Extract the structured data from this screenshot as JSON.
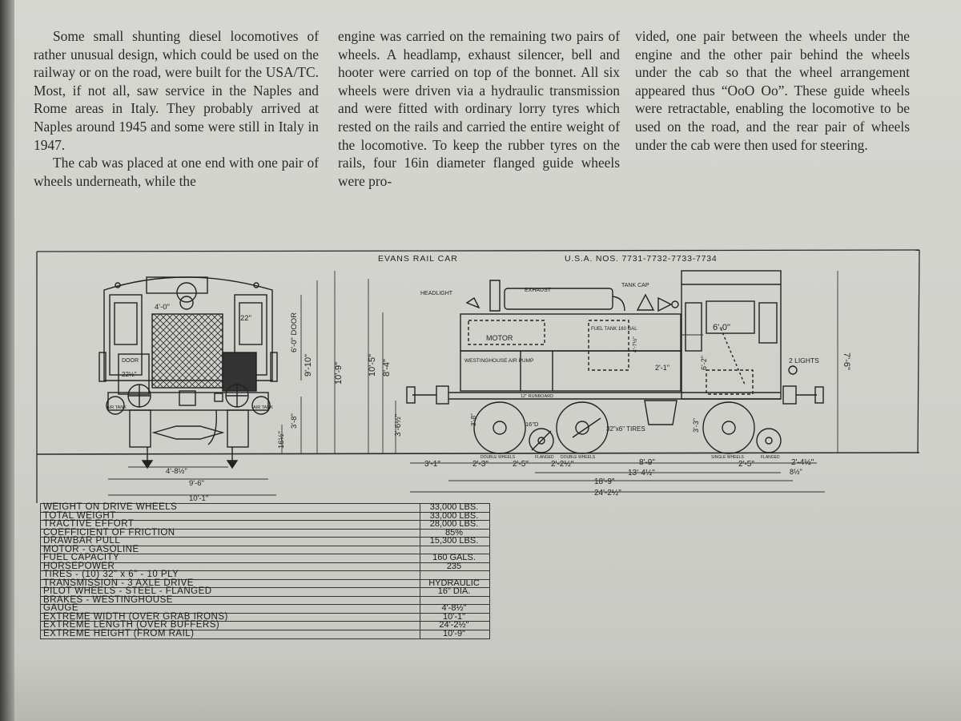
{
  "article": {
    "col1_p1": "Some small shunting diesel locomotives of rather unusual design, which could be used on the railway or on the road, were built for the USA/TC. Most, if not all, saw service in the Naples and Rome areas in Italy. They probably arrived at Naples around 1945 and some were still in Italy in 1947.",
    "col1_p2": "The cab was placed at one end with one pair of wheels underneath, while the",
    "col2_p1": "engine was carried on the remaining two pairs of wheels. A headlamp, exhaust silencer, bell and hooter were carried on top of the bonnet. All six wheels were driven via a hydraulic transmission and were fitted with ordinary lorry tyres which rested on the rails and carried the entire weight of the locomotive. To keep the rubber tyres on the rails, four 16in diameter flanged guide wheels were pro-",
    "col3_p1": "vided, one pair between the wheels under the engine and the other pair behind the wheels under the cab so that the wheel arrangement appeared thus “OoO Oo”. These guide wheels were retractable, enabling the locomotive to be used on the road, and the rear pair of wheels under the cab were then used for steering."
  },
  "drawing": {
    "title": "EVANS RAIL CAR",
    "numbers": "U.S.A. NOS. 7731-7732-7733-7734",
    "labels": {
      "headlight": "HEADLIGHT",
      "exhaust": "EXHAUST",
      "tank_cap": "TANK CAP",
      "motor": "MOTOR",
      "fuel_tank": "FUEL TANK 160 GAL",
      "air_pump": "WESTINGHOUSE AIR PUMP",
      "runboard": "12\" RUNBOARD",
      "tires": "32\"x6\" TIRES",
      "wheel_16": "16\"D",
      "two_lights": "2 LIGHTS",
      "door": "DOOR",
      "air_tank": "AIR TANK",
      "cab_width": "6'-0\"",
      "double_wheels_1": "DOUBLE WHEELS",
      "flanged": "FLANGED",
      "double_wheels_2": "DOUBLE WHEELS",
      "single_wheels": "SINGLE WHEELS",
      "flanged_2": "FLANGED"
    },
    "end_dims": {
      "top": "4'-0\"",
      "side": "22\"",
      "door_w": "22½\"",
      "h1": "6'-0\" DOOR",
      "h2": "9'-10\"",
      "h3": "10'-9\"",
      "h4": "3'-8\"",
      "h5": "16½\"",
      "w1": "4'-8½\"",
      "w2": "9'-6\"",
      "w3": "10'-1\""
    },
    "side_dims": {
      "h1": "10'-5\"",
      "h2": "8'-4\"",
      "h3": "3'-6½\"",
      "h4": "3'-8\"",
      "tank_h": "4'-7½\"",
      "cab_h": "6'-2\"",
      "cab_h2": "3'-3\"",
      "h5": "2'-1\"",
      "h6": "7'-6\"",
      "d1": "3'-1\"",
      "d2": "2'-3\"",
      "d3": "2'-5\"",
      "d4": "2'-2½\"",
      "d5": "8'-9\"",
      "d6": "13'-4½\"",
      "d7": "18'-9\"",
      "d8": "24'-2½\"",
      "d9": "2'-5\"",
      "d10": "2'-4½\"",
      "d11": "8½\""
    }
  },
  "specs": [
    {
      "label": "WEIGHT ON DRIVE WHEELS",
      "value": "33,000 LBS."
    },
    {
      "label": "TOTAL WEIGHT",
      "value": "33,000 LBS."
    },
    {
      "label": "TRACTIVE EFFORT",
      "value": "28,000 LBS."
    },
    {
      "label": "COEFFICIENT OF FRICTION",
      "value": "85%"
    },
    {
      "label": "DRAWBAR PULL",
      "value": "15,300 LBS."
    },
    {
      "label": "MOTOR - GASOLINE",
      "value": ""
    },
    {
      "label": "FUEL CAPACITY",
      "value": "160 GALS."
    },
    {
      "label": "HORSEPOWER",
      "value": "235"
    },
    {
      "label": "TIRES - (10) 32\" x 6\" - 10 PLY",
      "value": ""
    },
    {
      "label": "TRANSMISSION - 3 AXLE DRIVE",
      "value": "HYDRAULIC"
    },
    {
      "label": "PILOT WHEELS - STEEL - FLANGED",
      "value": "16\" DIA."
    },
    {
      "label": "BRAKES - WESTINGHOUSE",
      "value": ""
    },
    {
      "label": "GAUGE",
      "value": "4'-8½\""
    },
    {
      "label": "EXTREME WIDTH (OVER GRAB IRONS)",
      "value": "10'-1\""
    },
    {
      "label": "EXTREME LENGTH (OVER BUFFERS)",
      "value": "24'-2½\""
    },
    {
      "label": "EXTREME HEIGHT (FROM RAIL)",
      "value": "10'-9\""
    }
  ]
}
